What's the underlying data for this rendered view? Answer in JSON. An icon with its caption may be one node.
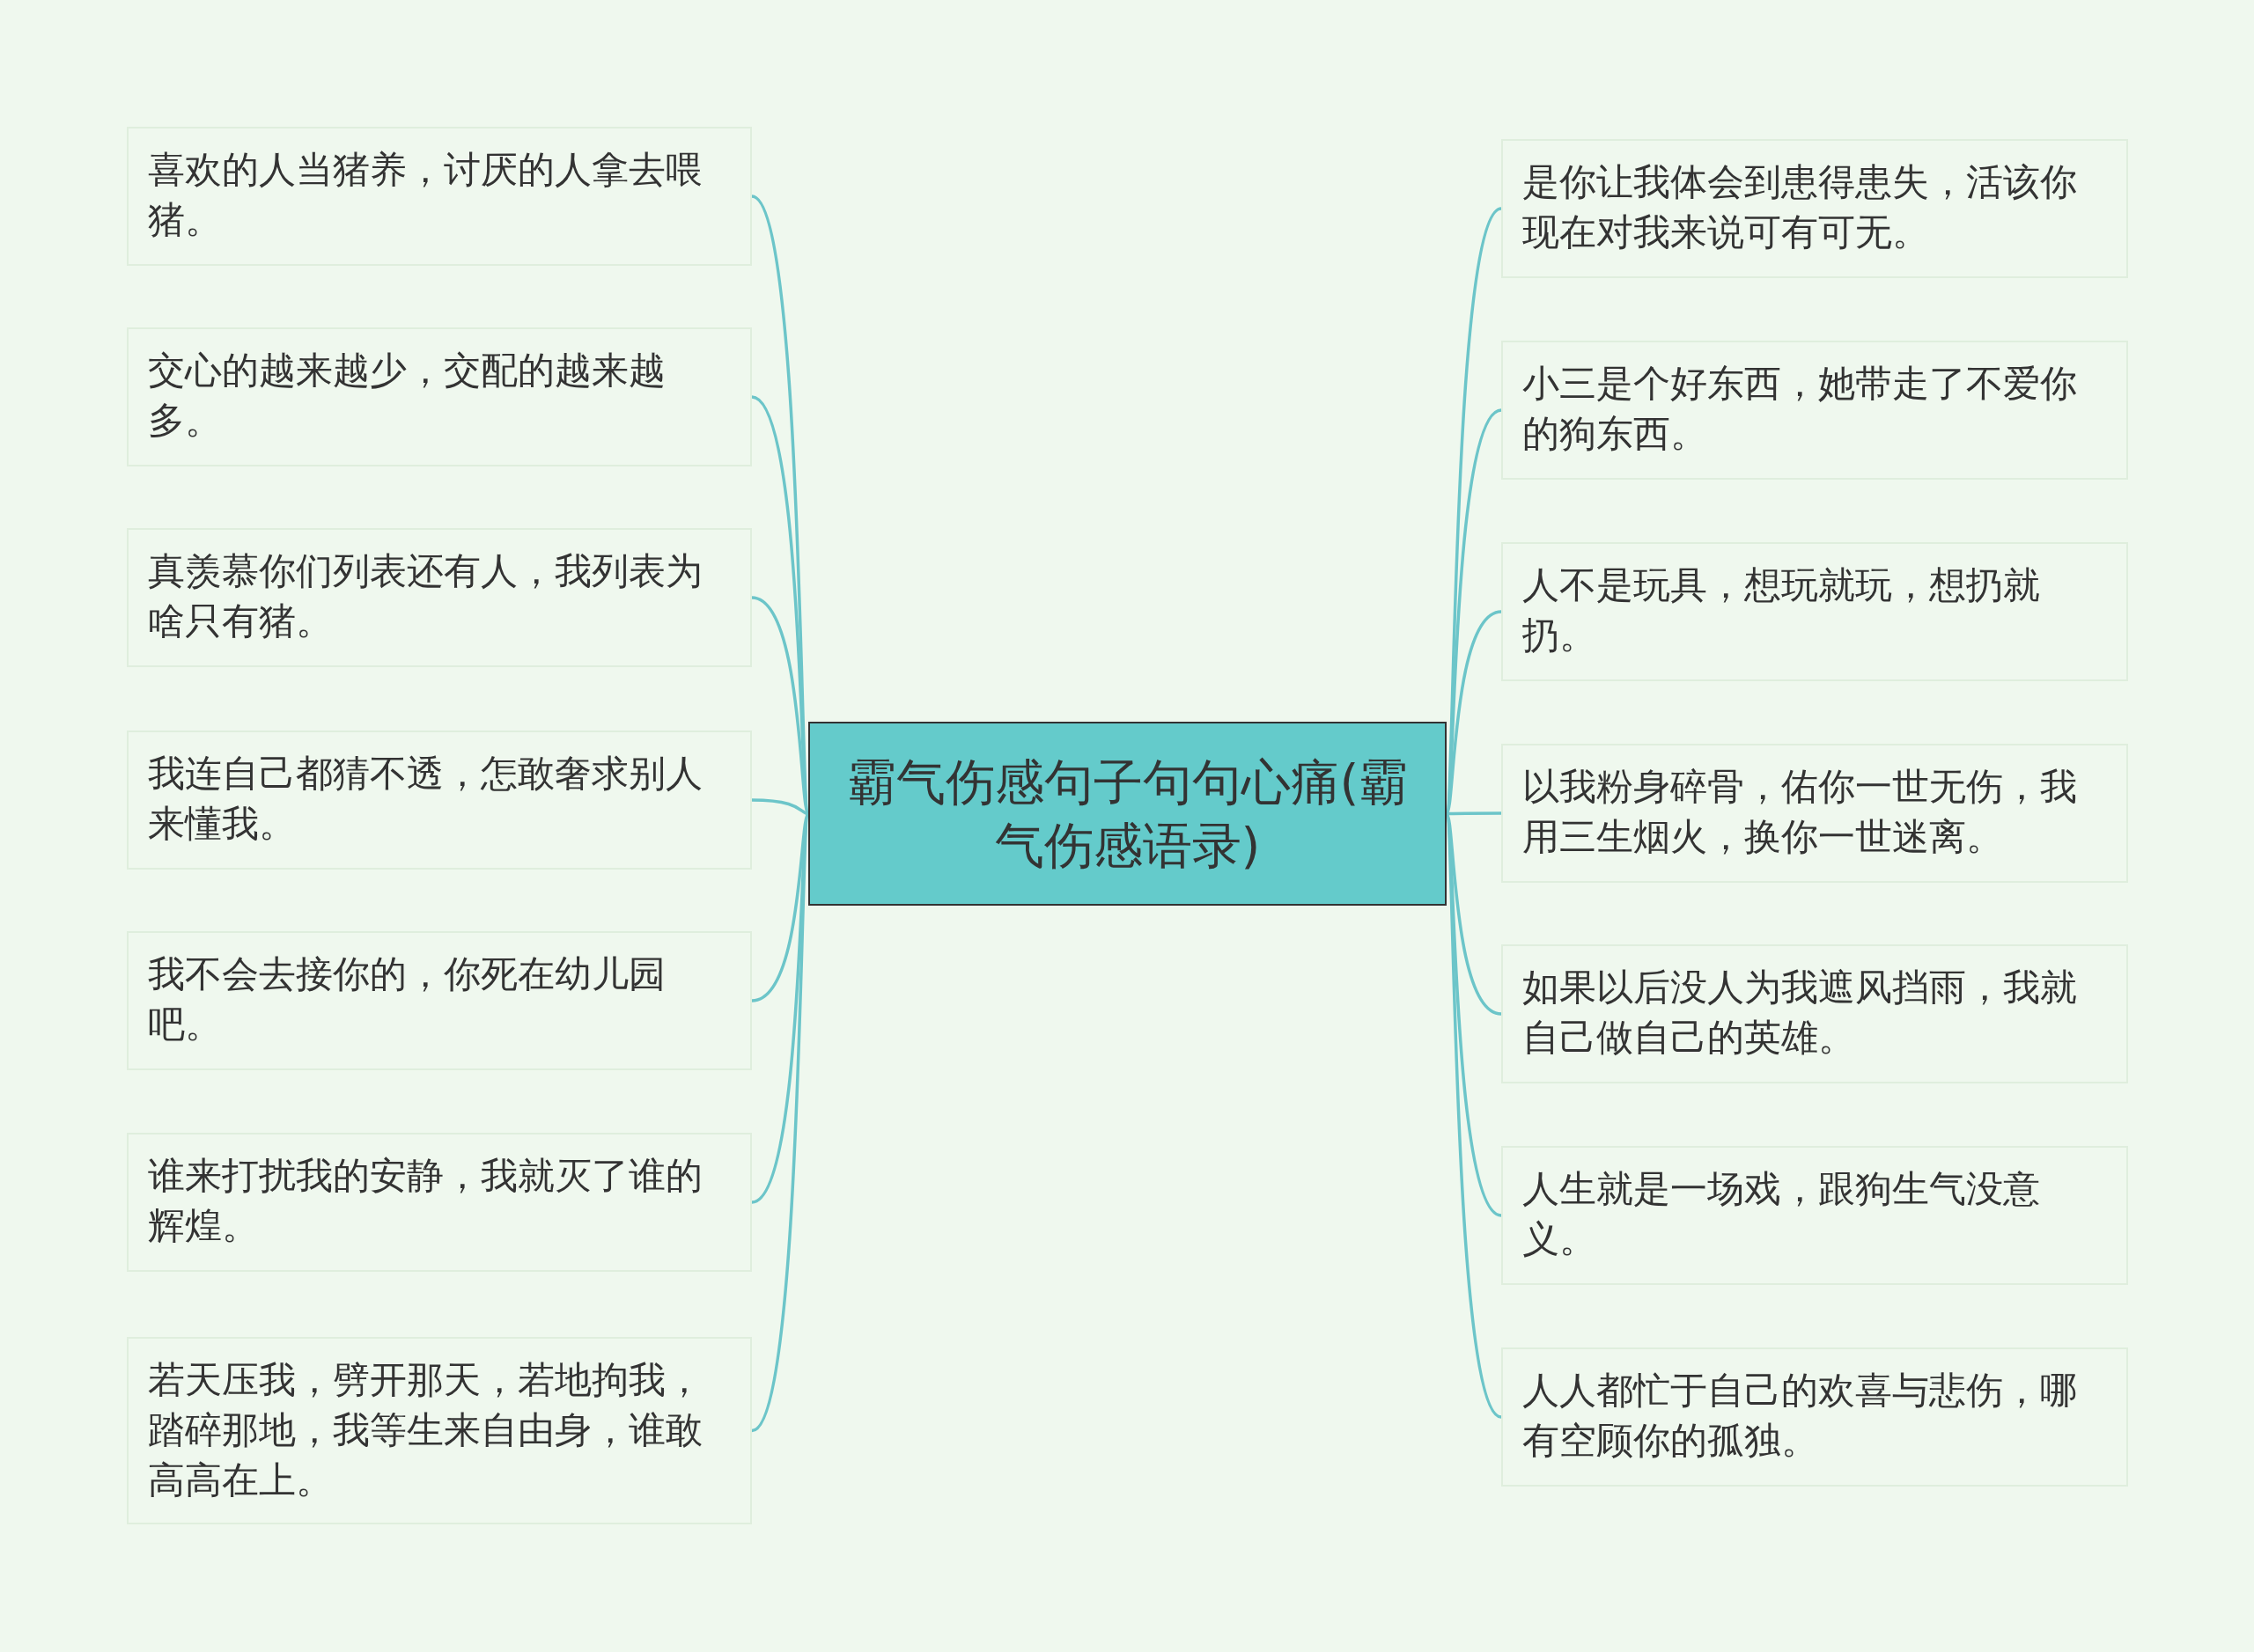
{
  "diagram": {
    "nodes": [
      {
        "text": [
          "霸气伤感句子句句心痛(霸气伤感语录)"
        ]
      },
      {
        "text": [
          "喜欢的人当猪养，讨厌的人拿去喂猪。"
        ]
      },
      {
        "text": [
          "交心的越来越少，交配的越来越多。"
        ]
      },
      {
        "text": [
          "真羡慕你们列表还有人，我列表为啥只有猪。"
        ]
      },
      {
        "text": [
          "我连自己都猜不透，怎敢奢求别人来懂我。"
        ]
      },
      {
        "text": [
          "我不会去接你的，你死在幼儿园吧。"
        ]
      },
      {
        "text": [
          "谁来打扰我的安静，我就灭了谁的辉煌。"
        ]
      },
      {
        "text": [
          "若天压我，劈开那天，若地拘我，踏碎那地，我等生来自由身，谁敢高高在上。"
        ]
      },
      {
        "text": [
          "是你让我体会到患得患失，活该你现在对我来说可有可无。"
        ]
      },
      {
        "text": [
          "小三是个好东西，她带走了不爱你的狗东西。"
        ]
      },
      {
        "text": [
          "人不是玩具，想玩就玩，想扔就扔。"
        ]
      },
      {
        "text": [
          "以我粉身碎骨，佑你一世无伤，我用三生烟火，换你一世迷离。"
        ]
      },
      {
        "text": [
          "如果以后没人为我遮风挡雨，我就自己做自己的英雄。"
        ]
      },
      {
        "text": [
          "人生就是一场戏，跟狗生气没意义。"
        ]
      },
      {
        "text": [
          "人人都忙于自己的欢喜与悲伤，哪有空顾你的孤独。"
        ]
      }
    ],
    "edges": [
      {
        "from": 0,
        "to": 1,
        "arrow": "none"
      },
      {
        "from": 0,
        "to": 2,
        "arrow": "none"
      },
      {
        "from": 0,
        "to": 3,
        "arrow": "none"
      },
      {
        "from": 0,
        "to": 4,
        "arrow": "none"
      },
      {
        "from": 0,
        "to": 5,
        "arrow": "none"
      },
      {
        "from": 0,
        "to": 6,
        "arrow": "none"
      },
      {
        "from": 0,
        "to": 7,
        "arrow": "none"
      },
      {
        "from": 0,
        "to": 8,
        "arrow": "none"
      },
      {
        "from": 0,
        "to": 9,
        "arrow": "none"
      },
      {
        "from": 0,
        "to": 10,
        "arrow": "none"
      },
      {
        "from": 0,
        "to": 11,
        "arrow": "none"
      },
      {
        "from": 0,
        "to": 12,
        "arrow": "none"
      },
      {
        "from": 0,
        "to": 13,
        "arrow": "none"
      },
      {
        "from": 0,
        "to": 14,
        "arrow": "none"
      }
    ]
  }
}
